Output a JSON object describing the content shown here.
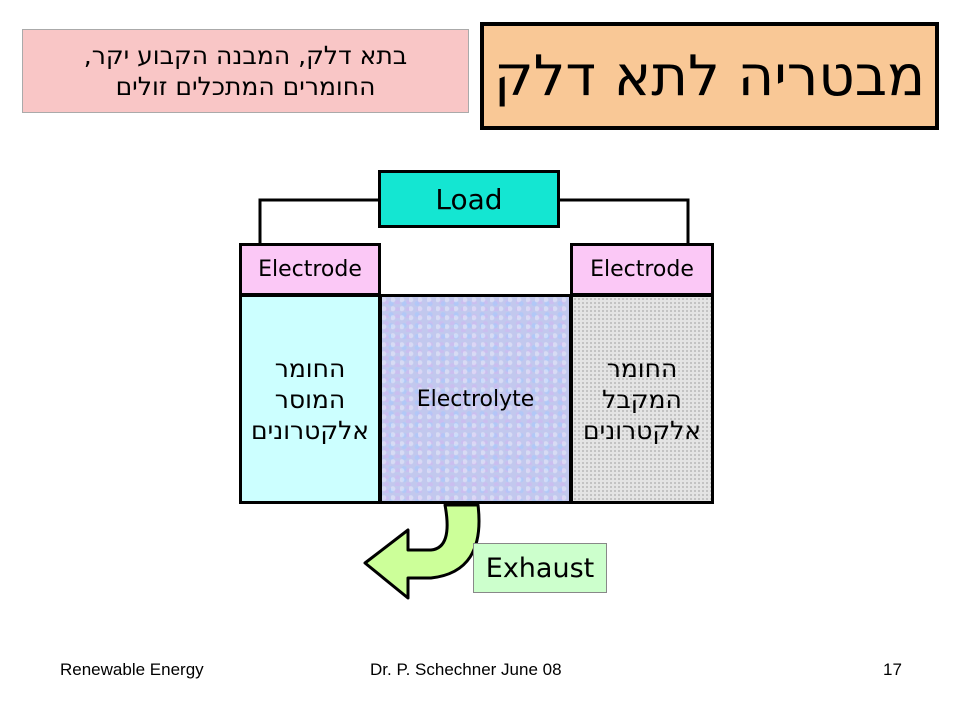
{
  "slide": {
    "title": "מבטריה לתא דלק",
    "note": {
      "line1": "בתא דלק, המבנה הקבוע יקר,",
      "line2": "החומרים המתכלים  זולים"
    }
  },
  "diagram": {
    "load_label": "Load",
    "left_electrode_label": "Electrode",
    "right_electrode_label": "Electrode",
    "anode_material": {
      "line1": "החומר",
      "line2": "המוסר",
      "line3": "אלקטרונים"
    },
    "electrolyte_label": "Electrolyte",
    "cathode_material": {
      "line1": "החומר",
      "line2": "המקבל",
      "line3": "אלקטרונים"
    },
    "exhaust_label": "Exhaust"
  },
  "colors": {
    "title_bg": "#f9c896",
    "note_bg": "#f9c6c6",
    "load_bg": "#14e6d2",
    "electrode_bg": "#fbc8f6",
    "anode_bg": "#ccffff",
    "electrolyte_bg": "#c2c8ee",
    "cathode_bg": "#e4e4e4",
    "exhaust_bg": "#ccffcc",
    "arrow_fill": "#ccff99"
  },
  "icons": {
    "exhaust_arrow": "curved-arrow-icon"
  },
  "footer": {
    "left": "Renewable Energy",
    "center": "Dr. P. Schechner  June 08",
    "page_number": "17"
  }
}
